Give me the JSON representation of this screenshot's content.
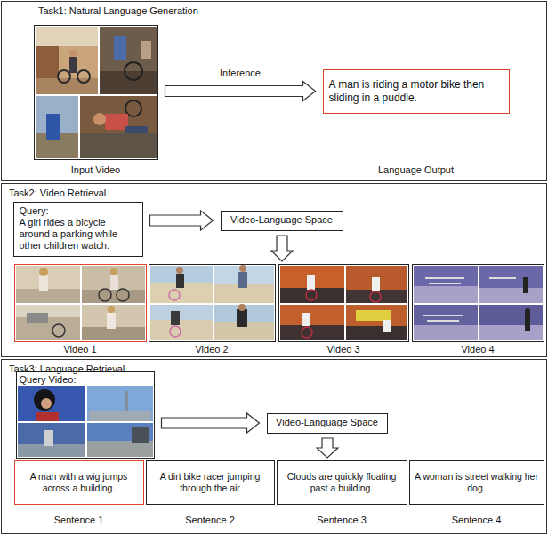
{
  "diagram": {
    "nodes": [
      {
        "text": [
          "Task1: Natural Language Generation"
        ]
      },
      {
        "text": [
          "Input Video"
        ],
        "in": 0
      },
      {
        "text": [
          "A man is riding a motor bike then sliding in a puddle.",
          "Language Output"
        ],
        "in": 0
      },
      {
        "text": [
          "Task2: Video Retrieval"
        ]
      },
      {
        "text": [
          "Query:",
          "A girl rides a bicycle around a parking while other children watch."
        ],
        "in": 3
      },
      {
        "text": [
          "Video-Language Space"
        ],
        "in": 3
      },
      {
        "text": [
          "Video 1"
        ],
        "in": 3
      },
      {
        "text": [
          "Video 2"
        ],
        "in": 3
      },
      {
        "text": [
          "Video 3"
        ],
        "in": 3
      },
      {
        "text": [
          "Video 4"
        ],
        "in": 3
      },
      {
        "text": [
          "Task3: Language Retrieval"
        ]
      },
      {
        "text": [
          "Query Video:"
        ],
        "in": 10
      },
      {
        "text": [
          "Video-Language Space"
        ],
        "in": 10
      },
      {
        "text": [
          "A man with a wig jumps across a building.",
          "Sentence 1"
        ],
        "in": 10
      },
      {
        "text": [
          "A dirt bike racer jumping through the air",
          "Sentence 2"
        ],
        "in": 10
      },
      {
        "text": [
          "Clouds are quickly floating past a building.",
          "Sentence 3"
        ],
        "in": 10
      },
      {
        "text": [
          "A woman is street walking her dog.",
          "Sentence 4"
        ],
        "in": 10
      }
    ],
    "edges": [
      {
        "from": 1,
        "to": 2,
        "arrow": "to",
        "label": "Inference"
      },
      {
        "from": 4,
        "to": 5,
        "arrow": "to"
      },
      {
        "from": 11,
        "to": 12,
        "arrow": "to"
      }
    ]
  }
}
